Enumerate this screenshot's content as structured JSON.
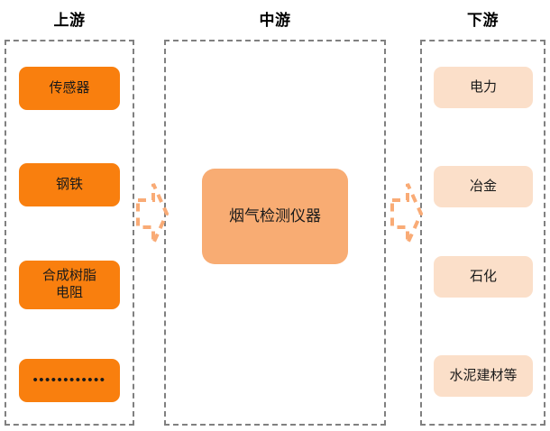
{
  "diagram": {
    "type": "value-chain",
    "columns": [
      {
        "id": "upstream",
        "title": "上游",
        "nodes": [
          {
            "label": "传感器"
          },
          {
            "label": "钢铁"
          },
          {
            "label": "合成树脂\n电阻"
          },
          {
            "label": "••••••••••••"
          }
        ]
      },
      {
        "id": "midstream",
        "title": "中游",
        "nodes": [
          {
            "label": "烟气检测仪器"
          }
        ]
      },
      {
        "id": "downstream",
        "title": "下游",
        "nodes": [
          {
            "label": "电力"
          },
          {
            "label": "冶金"
          },
          {
            "label": "石化"
          },
          {
            "label": "水泥建材等"
          }
        ]
      }
    ],
    "connectors": [
      {
        "id": "upstream-to-midstream",
        "direction": "right"
      },
      {
        "id": "midstream-to-downstream",
        "direction": "right"
      }
    ],
    "colors": {
      "upstream_node": "#f97f0e",
      "midstream_node": "#f8ac73",
      "downstream_node": "#fbdfc9",
      "group_border": "#808080",
      "arrow": "#f9ab76",
      "title_text": "#000000",
      "node_text": "#1a1a1a",
      "background": "#ffffff"
    }
  }
}
